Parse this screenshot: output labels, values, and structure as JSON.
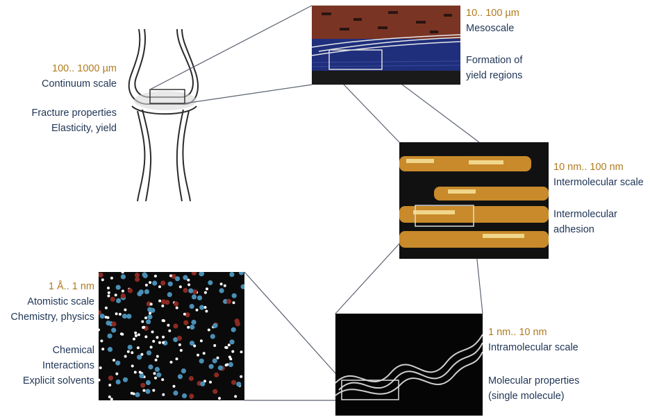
{
  "continuum": {
    "scale": "100.. 1000 µm",
    "name": "Continuum scale",
    "props": [
      "Fracture properties",
      "Elasticity, yield"
    ]
  },
  "mesoscale": {
    "scale": "10.. 100 µm",
    "name": "Mesoscale",
    "props": [
      "Formation of",
      "yield regions"
    ]
  },
  "intermolecular": {
    "scale": "10 nm.. 100 nm",
    "name": "Intermolecular scale",
    "props": [
      "Intermolecular",
      "adhesion"
    ]
  },
  "atomistic": {
    "scale": "1 Å.. 1 nm",
    "name": "Atomistic scale",
    "name2": "Chemistry, physics",
    "props": [
      "Chemical",
      "Interactions",
      "Explicit solvents"
    ]
  },
  "intramolecular": {
    "scale": "1 nm.. 10 nm",
    "name": "Intramolecular scale",
    "props": [
      "Molecular properties",
      "(single molecule)"
    ]
  },
  "colors": {
    "scale_text": "#b07a1e",
    "label_text": "#1f3556",
    "connector": "#5a6270"
  }
}
